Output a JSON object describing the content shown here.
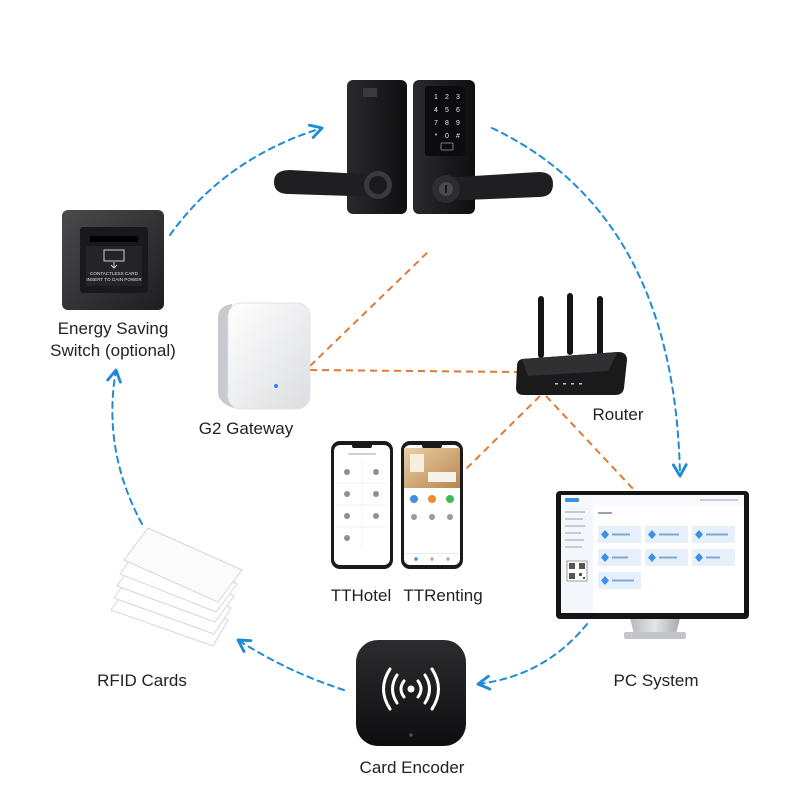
{
  "diagram": {
    "labels": {
      "energy_switch": [
        "Energy Saving",
        "Switch (optional)"
      ],
      "gateway": "G2 Gateway",
      "router": "Router",
      "app_hotel": "TTHotel",
      "app_renting": "TTRenting",
      "pc": "PC System",
      "rfid": "RFID Cards",
      "encoder": "Card Encoder"
    },
    "lock_keypad": [
      "1",
      "2",
      "3",
      "4",
      "5",
      "6",
      "7",
      "8",
      "9",
      "*",
      "0",
      "#"
    ],
    "switch_sticker": [
      "CONTACTLESS CARD",
      "INSERT TO GAIN POWER"
    ],
    "icons": [
      "smart-door-lock",
      "energy-saving-switch",
      "g2-gateway",
      "router",
      "phone",
      "pc-monitor",
      "card-encoder",
      "rfid-card-stack"
    ],
    "colors": {
      "flow_arrow": "#1f8ad6",
      "network_link": "#dd7a33",
      "device_dark": "#1a1a1a",
      "app_blue": "#3d8fe0"
    }
  }
}
